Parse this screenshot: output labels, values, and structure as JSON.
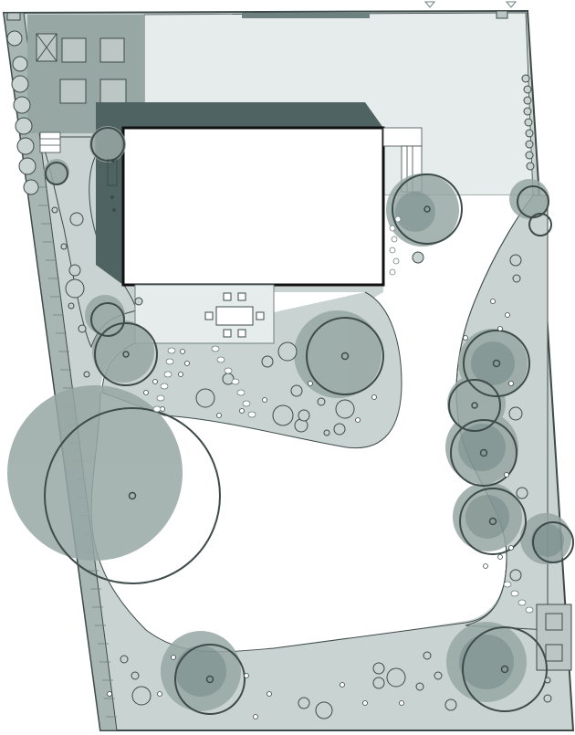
{
  "plan": {
    "colors": {
      "background": "#ffffff",
      "lawn": "#e6eceb",
      "bed": "#c9d3d1",
      "paving": "#bcc7c5",
      "canopy_light": "#97a7a4",
      "canopy_dark": "#6d8280",
      "building_shadow": "#4f6462",
      "building": "#ffffff",
      "outline": "#3e4b4a",
      "hedge": "#a8b6b3"
    },
    "features": {
      "house": "house-footprint",
      "terrace": "terrace-with-dining-set",
      "raised_beds": "square-planters",
      "lawn": "open-lawn",
      "hedge": "boundary-hedge",
      "trees": "tree-canopies",
      "shrubs": "shrub-circles",
      "stepping_stones": "stepping-stone-path"
    }
  }
}
